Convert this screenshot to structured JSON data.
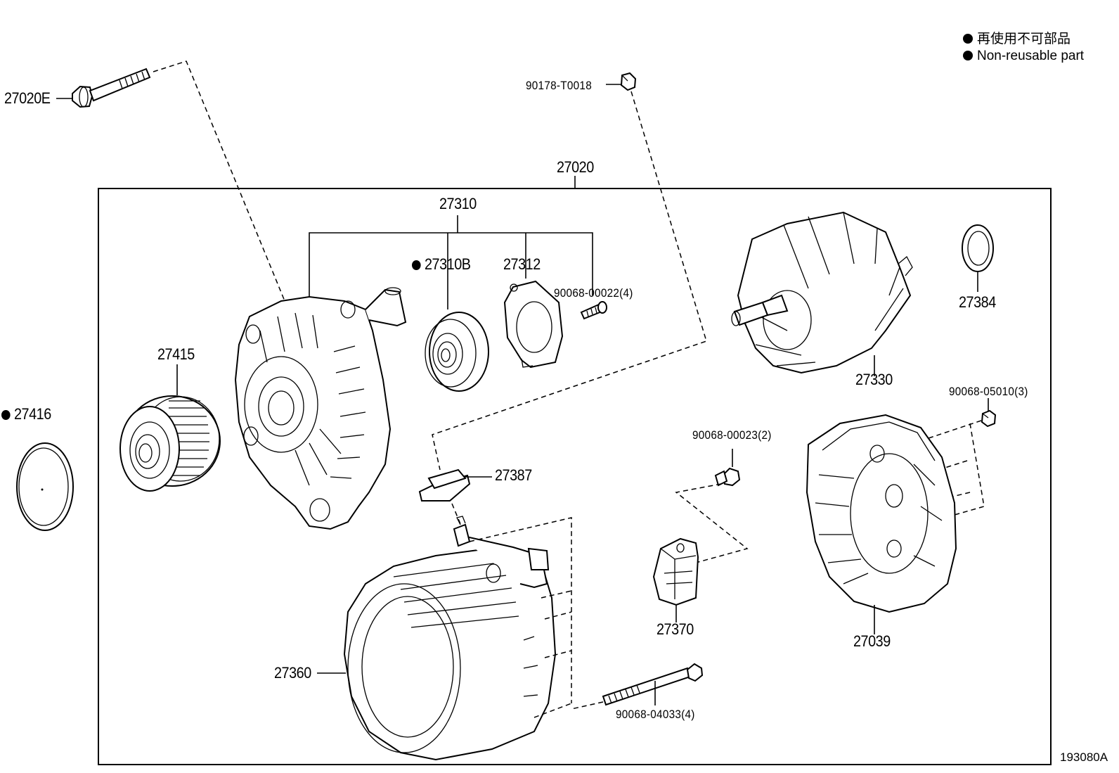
{
  "legend": {
    "items": [
      {
        "text": "再使用不可部品"
      },
      {
        "text": "Non-reusable part"
      }
    ]
  },
  "diagram_ref": "193080A",
  "parts": {
    "p27020E": "27020E",
    "p90178": "90178-T0018",
    "p27020": "27020",
    "p27310": "27310",
    "p27310B": "27310B",
    "p27312": "27312",
    "p90068_00022": "90068-00022(4)",
    "p27415": "27415",
    "p27416": "27416",
    "p27384": "27384",
    "p27330": "27330",
    "p90068_05010": "90068-05010(3)",
    "p90068_00023": "90068-00023(2)",
    "p27387": "27387",
    "p27370": "27370",
    "p27039": "27039",
    "p27360": "27360",
    "p90068_04033": "90068-04033(4)"
  }
}
